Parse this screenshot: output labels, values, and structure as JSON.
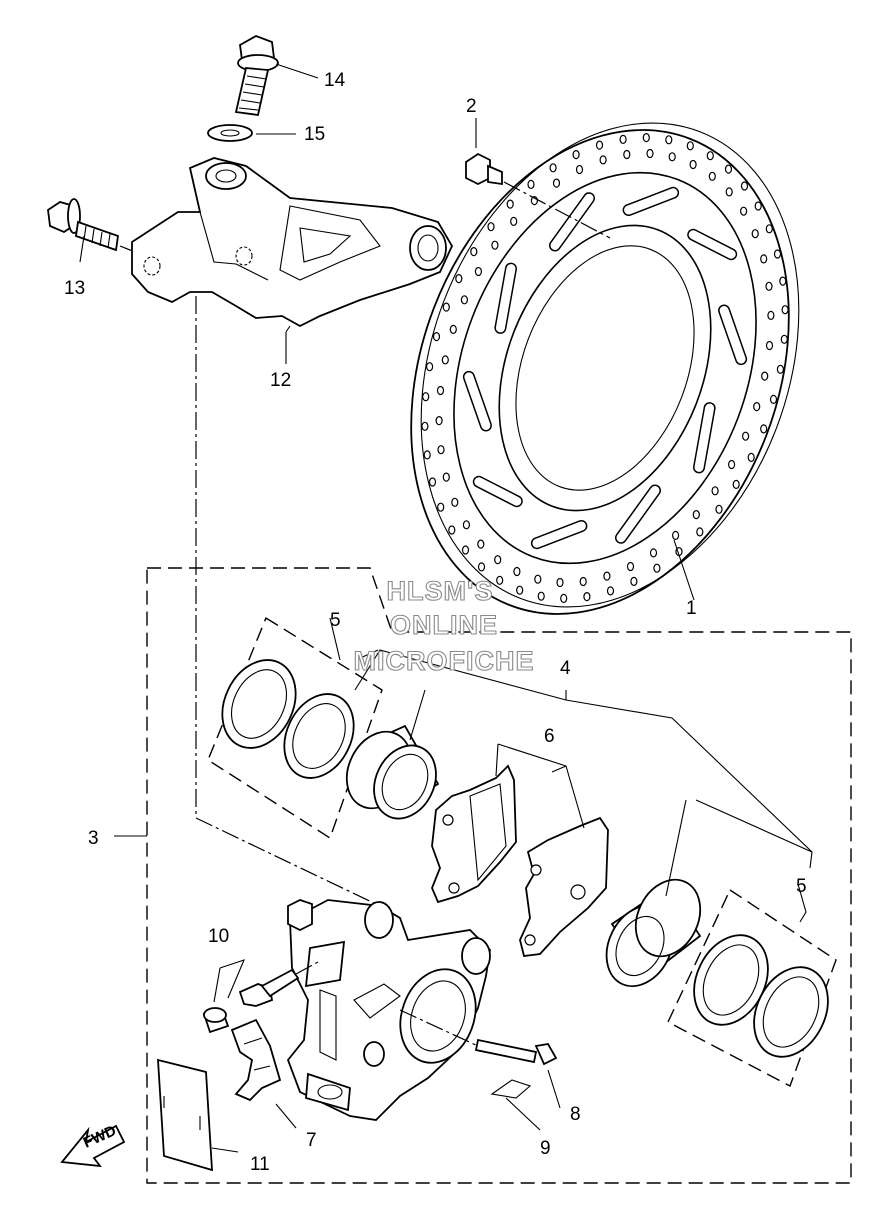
{
  "watermark": {
    "line1": "HLSM'S",
    "line2": "ONLINE",
    "line3": "MICROFICHE"
  },
  "direction_marker": {
    "label": "FWD"
  },
  "callouts": {
    "c1": "1",
    "c2": "2",
    "c3": "3",
    "c4": "4",
    "c5a": "5",
    "c5b": "5",
    "c6": "6",
    "c7": "7",
    "c8": "8",
    "c9": "9",
    "c10": "10",
    "c11": "11",
    "c12": "12",
    "c13": "13",
    "c14": "14",
    "c15": "15"
  }
}
